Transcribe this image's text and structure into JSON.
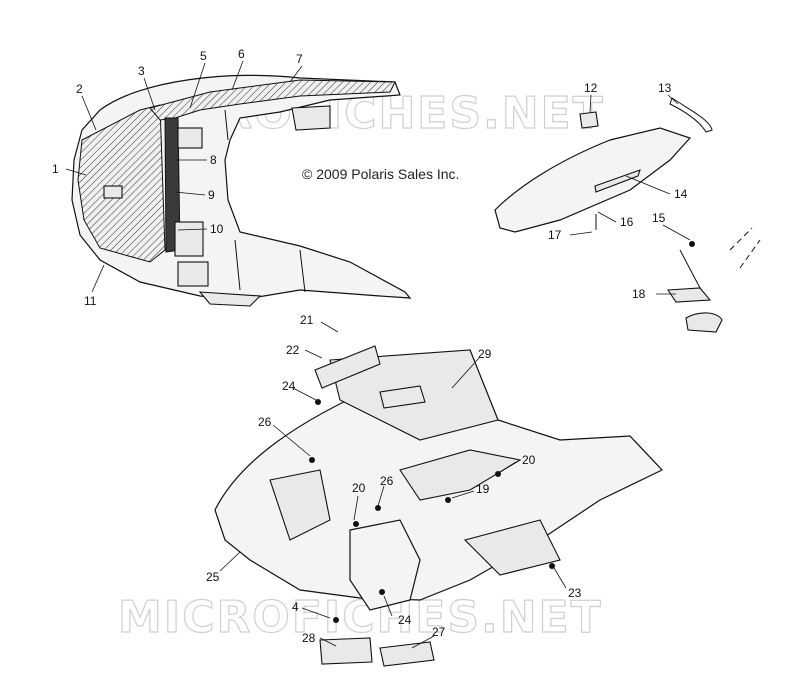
{
  "copyright": "© 2009 Polaris Sales Inc.",
  "watermark": "MICROFICHES.NET",
  "callouts": {
    "c1": "1",
    "c2": "2",
    "c3": "3",
    "c4a": "4",
    "c5": "5",
    "c6": "6",
    "c7": "7",
    "c8": "8",
    "c9": "9",
    "c10": "10",
    "c11": "11",
    "c12": "12",
    "c13": "13",
    "c14": "14",
    "c15": "15",
    "c16": "16",
    "c17": "17",
    "c18": "18",
    "c19": "19",
    "c20a": "20",
    "c20b": "20",
    "c21": "21",
    "c22": "22",
    "c23": "23",
    "c24a": "24",
    "c24b": "24",
    "c25": "25",
    "c26a": "26",
    "c26b": "26",
    "c27": "27",
    "c28": "28",
    "c29": "29"
  }
}
